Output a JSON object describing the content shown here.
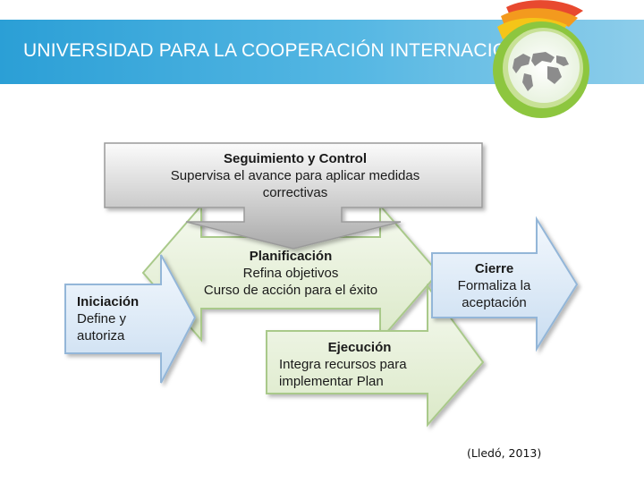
{
  "header": {
    "title": "UNIVERSIDAD PARA LA COOPERACIÓN INTERNACIONAL"
  },
  "diagram": {
    "control": {
      "title": "Seguimiento y Control",
      "line1": "Supervisa el avance para aplicar medidas",
      "line2": "correctivas"
    },
    "planning": {
      "title": "Planificación",
      "line1": "Refina objetivos",
      "line2": "Curso de acción para el éxito"
    },
    "closing": {
      "title": "Cierre",
      "line1": "Formaliza la",
      "line2": "aceptación"
    },
    "initiation": {
      "title": "Iniciación",
      "line1": "Define y",
      "line2": "autoriza"
    },
    "execution": {
      "title": "Ejecución",
      "line1": "Integra recursos para",
      "line2": "implementar Plan"
    }
  },
  "citation": "(Lledó, 2013)",
  "colors": {
    "header_blue": "#2b9fd6",
    "green_fill": "#e6f0d8",
    "green_stroke": "#a9c98a",
    "blue_fill": "#d6e6f5",
    "blue_stroke": "#93b6d8",
    "gray_fill": "#c8c8c8"
  }
}
